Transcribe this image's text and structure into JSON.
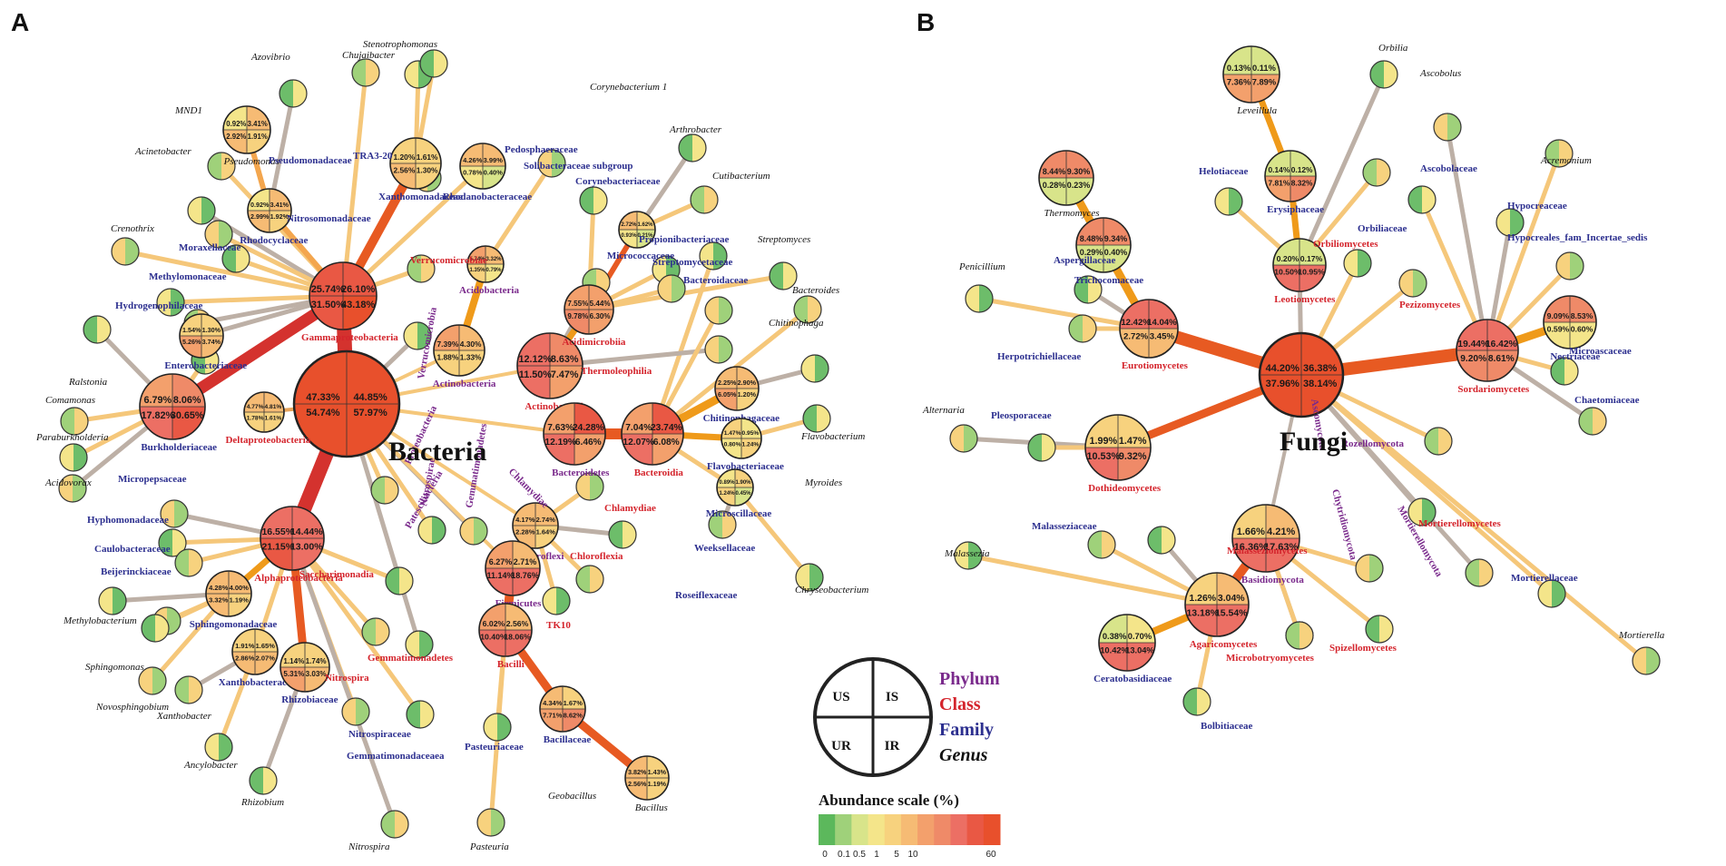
{
  "panels": {
    "a": "A",
    "b": "B"
  },
  "kingdoms": {
    "bacteria": "Bacteria",
    "fungi": "Fungi"
  },
  "legend": {
    "quadrants": {
      "tl": "US",
      "tr": "IS",
      "bl": "UR",
      "br": "IR"
    },
    "ranks": [
      {
        "label": "Phylum",
        "color": "#7a2a8c"
      },
      {
        "label": "Class",
        "color": "#d4242c"
      },
      {
        "label": "Family",
        "color": "#2c2f8f"
      },
      {
        "label": "Genus",
        "color": "#111111"
      }
    ],
    "scale_title": "Abundance scale (%)",
    "scale_ticks": [
      "0",
      "0.1",
      "0.5",
      "1",
      "5",
      "10",
      "60"
    ],
    "scale_colors": [
      "#5cb85c",
      "#9fd17a",
      "#d8e48a",
      "#f4e58a",
      "#f7d27e",
      "#f6bb74",
      "#f3a06c",
      "#ef8a68",
      "#ec6f64",
      "#e95844",
      "#e8502c"
    ]
  },
  "colors": {
    "low": "#6dbd6a",
    "high": "#e9552f"
  },
  "nodes": [
    {
      "id": "bacteria",
      "rank": "kingdom",
      "values": [
        "47.33%",
        "44.85%",
        "54.74%",
        "57.97%"
      ]
    },
    {
      "id": "gamma",
      "label": "Gammaproteobacteria",
      "rank": "class",
      "values": [
        "25.74%",
        "26.10%",
        "31.50%",
        "43.18%"
      ]
    },
    {
      "id": "burk",
      "label": "Burkholderiaceae",
      "rank": "family",
      "values": [
        "6.79%",
        "8.06%",
        "17.82%",
        "30.65%"
      ]
    },
    {
      "id": "entero",
      "label": "Enterobacteriaceae",
      "rank": "family",
      "values": [
        "1.54%",
        "1.30%",
        "5.26%",
        "3.74%"
      ]
    },
    {
      "id": "delta",
      "label": "Deltaproteobacteria",
      "rank": "class",
      "values": [
        "4.77%",
        "4.81%",
        "1.78%",
        "1.61%"
      ]
    },
    {
      "id": "alpha",
      "label": "Alphaproteobacteria",
      "rank": "class",
      "values": [
        "16.55%",
        "14.44%",
        "21.15%",
        "13.00%"
      ]
    },
    {
      "id": "rhodocyc",
      "label": "Rhodocyclaceae",
      "rank": "family",
      "values": [
        "0.92%",
        "3.41%",
        "2.99%",
        "1.92%"
      ]
    },
    {
      "id": "pseudo",
      "label": "Pseudomonas",
      "rank": "genus",
      "values": [
        "0.92%",
        "3.41%",
        "2.92%",
        "1.91%"
      ]
    },
    {
      "id": "xantho",
      "label": "Xanthomonadaceae",
      "rank": "family",
      "values": [
        "1.20%",
        "1.61%",
        "2.56%",
        "1.30%"
      ]
    },
    {
      "id": "rhodanob",
      "label": "Rhodanobacteraceae",
      "rank": "family",
      "values": [
        "4.26%",
        "3.99%",
        "0.78%",
        "0.40%"
      ]
    },
    {
      "id": "acidob",
      "label": "Acidobacteria",
      "rank": "phylum",
      "values": [
        "5.74%",
        "3.32%",
        "1.35%",
        "0.79%"
      ]
    },
    {
      "id": "actinobact",
      "label": "Actinobacteria",
      "rank": "phylum",
      "values": [
        "7.39%",
        "4.30%",
        "1.88%",
        "1.33%"
      ]
    },
    {
      "id": "actinoclass",
      "label": "Actinobacteria",
      "rank": "class",
      "values": [
        "12.12%",
        "8.63%",
        "11.50%",
        "7.47%"
      ]
    },
    {
      "id": "acidimic",
      "label": "Acidimicrobiia",
      "rank": "class",
      "values": [
        "7.55%",
        "5.44%",
        "9.78%",
        "6.30%"
      ]
    },
    {
      "id": "microcc",
      "label": "Micrococcaceae",
      "rank": "family",
      "values": [
        "2.72%",
        "1.62%",
        "0.93%",
        "0.21%"
      ]
    },
    {
      "id": "bacteroid",
      "label": "Bacteroidetes",
      "rank": "phylum",
      "values": [
        "7.63%",
        "24.28%",
        "12.19%",
        "6.46%"
      ]
    },
    {
      "id": "bacteroidia",
      "label": "Bacteroidia",
      "rank": "class",
      "values": [
        "7.04%",
        "23.74%",
        "12.07%",
        "6.08%"
      ]
    },
    {
      "id": "chitinoph",
      "label": "Chitinophagaceae",
      "rank": "family",
      "values": [
        "2.25%",
        "2.90%",
        "6.05%",
        "1.20%"
      ]
    },
    {
      "id": "flavob",
      "label": "Flavobacteriaceae",
      "rank": "family",
      "values": [
        "1.47%",
        "0.95%",
        "0.80%",
        "1.24%"
      ]
    },
    {
      "id": "microsc",
      "label": "Microscillaceae",
      "rank": "family",
      "values": [
        "0.89%",
        "1.90%",
        "1.24%",
        "0.45%"
      ]
    },
    {
      "id": "chlorofl",
      "label": "Chloroflexi",
      "rank": "phylum",
      "values": [
        "4.17%",
        "2.74%",
        "2.28%",
        "1.64%"
      ]
    },
    {
      "id": "firmic",
      "label": "Firmicutes",
      "rank": "phylum",
      "values": [
        "6.27%",
        "2.71%",
        "11.14%",
        "18.76%"
      ]
    },
    {
      "id": "bacilli",
      "label": "Bacilli",
      "rank": "class",
      "values": [
        "6.02%",
        "2.56%",
        "10.40%",
        "18.06%"
      ]
    },
    {
      "id": "bacillac",
      "label": "Bacillaceae",
      "rank": "family",
      "values": [
        "4.34%",
        "1.67%",
        "7.71%",
        "8.62%"
      ]
    },
    {
      "id": "bacillus",
      "label": "Bacillus",
      "rank": "genus",
      "values": [
        "3.82%",
        "1.43%",
        "2.56%",
        "1.19%"
      ]
    },
    {
      "id": "sphingom",
      "label": "Sphingomonadaceae",
      "rank": "family",
      "values": [
        "4.28%",
        "4.00%",
        "3.32%",
        "1.19%"
      ]
    },
    {
      "id": "xanthobac",
      "label": "Xanthobacteraceae",
      "rank": "family",
      "values": [
        "1.91%",
        "1.65%",
        "2.86%",
        "2.07%"
      ]
    },
    {
      "id": "rhizob",
      "label": "Rhizobiaceae",
      "rank": "family",
      "values": [
        "1.14%",
        "1.74%",
        "5.31%",
        "3.03%"
      ]
    },
    {
      "id": "fungi",
      "rank": "kingdom",
      "values": [
        "44.20%",
        "36.38%",
        "37.96%",
        "38.14%"
      ]
    },
    {
      "id": "leviellula",
      "label": "Leveillula",
      "rank": "genus",
      "values": [
        "0.13%",
        "0.11%",
        "7.36%",
        "7.89%"
      ]
    },
    {
      "id": "erysiph",
      "label": "Erysiphaceae",
      "rank": "family",
      "values": [
        "0.14%",
        "0.12%",
        "7.81%",
        "8.32%"
      ]
    },
    {
      "id": "leotio",
      "label": "Leotiomycetes",
      "rank": "class",
      "values": [
        "0.20%",
        "0.17%",
        "10.50%",
        "10.95%"
      ]
    },
    {
      "id": "thermomy",
      "label": "Thermomyces",
      "rank": "genus",
      "values": [
        "8.44%",
        "9.30%",
        "0.28%",
        "0.23%"
      ]
    },
    {
      "id": "trichoc",
      "label": "Trichocomaceae",
      "rank": "family",
      "values": [
        "8.48%",
        "9.34%",
        "0.29%",
        "0.40%"
      ]
    },
    {
      "id": "eurotio",
      "label": "Eurotiomycetes",
      "rank": "class",
      "values": [
        "12.42%",
        "14.04%",
        "2.72%",
        "3.45%"
      ]
    },
    {
      "id": "sordario",
      "label": "Sordariomycetes",
      "rank": "class",
      "values": [
        "19.44%",
        "16.42%",
        "9.20%",
        "8.61%"
      ]
    },
    {
      "id": "nectri",
      "label": "Nectriaceae",
      "rank": "family",
      "values": [
        "9.09%",
        "8.53%",
        "0.59%",
        "0.60%"
      ]
    },
    {
      "id": "dothideo",
      "label": "Dothideomycetes",
      "rank": "class",
      "values": [
        "1.99%",
        "1.47%",
        "10.53%",
        "9.32%"
      ]
    },
    {
      "id": "basidio",
      "label": "Basidiomycota",
      "rank": "phylum",
      "values": [
        "1.66%",
        "4.21%",
        "16.36%",
        "17.63%"
      ]
    },
    {
      "id": "agarico",
      "label": "Agaricomycetes",
      "rank": "class",
      "values": [
        "1.26%",
        "3.04%",
        "13.18%",
        "15.54%"
      ]
    },
    {
      "id": "ceratob",
      "label": "Ceratobasidiaceae",
      "rank": "family",
      "values": [
        "0.38%",
        "0.70%",
        "10.42%",
        "13.04%"
      ]
    }
  ],
  "labels": [
    {
      "text": "Proteobacteria",
      "rank": "phylum"
    },
    {
      "text": "Verrucomicrobia",
      "rank": "phylum"
    },
    {
      "text": "Verrucomicrobiae",
      "rank": "class"
    },
    {
      "text": "Patescibacteria",
      "rank": "phylum"
    },
    {
      "text": "Nitrospirae",
      "rank": "phylum"
    },
    {
      "text": "Gemmatimonadetes",
      "rank": "phylum"
    },
    {
      "text": "Chlamydiae",
      "rank": "phylum"
    },
    {
      "text": "Saccharimonadia",
      "rank": "class"
    },
    {
      "text": "Nitrospira",
      "rank": "class"
    },
    {
      "text": "Gemmatimonadetes",
      "rank": "class"
    },
    {
      "text": "Chlamydiae",
      "rank": "class"
    },
    {
      "text": "Chloroflexia",
      "rank": "class"
    },
    {
      "text": "TK10",
      "rank": "class"
    },
    {
      "text": "Thermoleophilia",
      "rank": "class"
    },
    {
      "text": "Pseudomonadaceae",
      "rank": "family"
    },
    {
      "text": "TRA3-20",
      "rank": "family"
    },
    {
      "text": "Pedosphaeraceae",
      "rank": "family"
    },
    {
      "text": "Solibacteraceae subgroup",
      "rank": "family"
    },
    {
      "text": "Corynebacteriaceae",
      "rank": "family"
    },
    {
      "text": "Propionibacteriaceae",
      "rank": "family"
    },
    {
      "text": "Streptomycetaceae",
      "rank": "family"
    },
    {
      "text": "Bacteroidaceae",
      "rank": "family"
    },
    {
      "text": "Nitrosomonadaceae",
      "rank": "family"
    },
    {
      "text": "Moraxellaceae",
      "rank": "family"
    },
    {
      "text": "Methylomonaceae",
      "rank": "family"
    },
    {
      "text": "Hydrogenophilaceae",
      "rank": "family"
    },
    {
      "text": "Micropepsaceae",
      "rank": "family"
    },
    {
      "text": "Hyphomonadaceae",
      "rank": "family"
    },
    {
      "text": "Caulobacteraceae",
      "rank": "family"
    },
    {
      "text": "Beijerinckiaceae",
      "rank": "family"
    },
    {
      "text": "Nitrospiraceae",
      "rank": "family"
    },
    {
      "text": "Gemmatimonadaceaea",
      "rank": "family"
    },
    {
      "text": "Pasteuriaceae",
      "rank": "family"
    },
    {
      "text": "Weeksellaceae",
      "rank": "family"
    },
    {
      "text": "Roseiflexaceae",
      "rank": "family"
    },
    {
      "text": "Azovibrio",
      "rank": "genus"
    },
    {
      "text": "Chujaibacter",
      "rank": "genus"
    },
    {
      "text": "Stenotrophomonas",
      "rank": "genus"
    },
    {
      "text": "MND1",
      "rank": "genus"
    },
    {
      "text": "Acinetobacter",
      "rank": "genus"
    },
    {
      "text": "Crenothrix",
      "rank": "genus"
    },
    {
      "text": "Ralstonia",
      "rank": "genus"
    },
    {
      "text": "Comamonas",
      "rank": "genus"
    },
    {
      "text": "Paraburkholderia",
      "rank": "genus"
    },
    {
      "text": "Acidovorax",
      "rank": "genus"
    },
    {
      "text": "Corynebacterium 1",
      "rank": "genus"
    },
    {
      "text": "Arthrobacter",
      "rank": "genus"
    },
    {
      "text": "Cutibacterium",
      "rank": "genus"
    },
    {
      "text": "Streptomyces",
      "rank": "genus"
    },
    {
      "text": "Bacteroides",
      "rank": "genus"
    },
    {
      "text": "Chitinophaga",
      "rank": "genus"
    },
    {
      "text": "Flavobacterium",
      "rank": "genus"
    },
    {
      "text": "Myroides",
      "rank": "genus"
    },
    {
      "text": "Chryseobacterium",
      "rank": "genus"
    },
    {
      "text": "Methylobacterium",
      "rank": "genus"
    },
    {
      "text": "Sphingomonas",
      "rank": "genus"
    },
    {
      "text": "Novosphingobium",
      "rank": "genus"
    },
    {
      "text": "Xanthobacter",
      "rank": "genus"
    },
    {
      "text": "Ancylobacter",
      "rank": "genus"
    },
    {
      "text": "Rhizobium",
      "rank": "genus"
    },
    {
      "text": "Nitrospira",
      "rank": "genus"
    },
    {
      "text": "Pasteuria",
      "rank": "genus"
    },
    {
      "text": "Geobacillus",
      "rank": "genus"
    },
    {
      "text": "Ascomycota",
      "rank": "phylum"
    },
    {
      "text": "Rozellomycota",
      "rank": "phylum"
    },
    {
      "text": "Chytridiomycota",
      "rank": "phylum"
    },
    {
      "text": "Mortierellomycota",
      "rank": "phylum"
    },
    {
      "text": "Orbiliomycetes",
      "rank": "class"
    },
    {
      "text": "Pezizomycetes",
      "rank": "class"
    },
    {
      "text": "Malasseziomycetes",
      "rank": "class"
    },
    {
      "text": "Microbotryomycetes",
      "rank": "class"
    },
    {
      "text": "Spizellomycetes",
      "rank": "class"
    },
    {
      "text": "Mortierellomycetes",
      "rank": "class"
    },
    {
      "text": "Orbiliaceae",
      "rank": "family"
    },
    {
      "text": "Helotiaceae",
      "rank": "family"
    },
    {
      "text": "Aspergillaceae",
      "rank": "family"
    },
    {
      "text": "Herpotrichiellaceae",
      "rank": "family"
    },
    {
      "text": "Ascobolaceae",
      "rank": "family"
    },
    {
      "text": "Hypocreaceae",
      "rank": "family"
    },
    {
      "text": "Hypocreales_fam_Incertae_sedis",
      "rank": "family"
    },
    {
      "text": "Microascaceae",
      "rank": "family"
    },
    {
      "text": "Chaetomiaceae",
      "rank": "family"
    },
    {
      "text": "Pleosporaceae",
      "rank": "family"
    },
    {
      "text": "Malasseziaceae",
      "rank": "family"
    },
    {
      "text": "Bolbitiaceae",
      "rank": "family"
    },
    {
      "text": "Mortierellaceae",
      "rank": "family"
    },
    {
      "text": "Orbilia",
      "rank": "genus"
    },
    {
      "text": "Ascobolus",
      "rank": "genus"
    },
    {
      "text": "Acremonium",
      "rank": "genus"
    },
    {
      "text": "Penicillium",
      "rank": "genus"
    },
    {
      "text": "Alternaria",
      "rank": "genus"
    },
    {
      "text": "Malassezia",
      "rank": "genus"
    },
    {
      "text": "Mortierella",
      "rank": "genus"
    }
  ]
}
